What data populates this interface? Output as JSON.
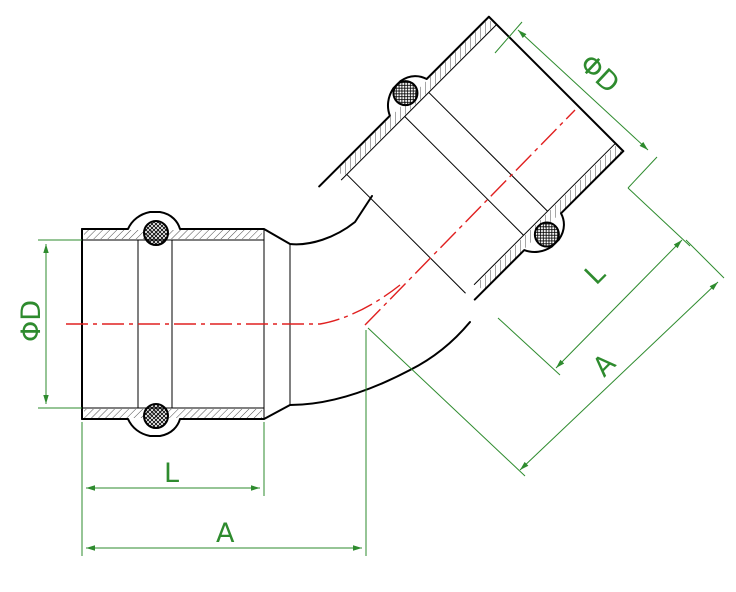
{
  "labels": {
    "diameter_left": "ΦD",
    "diameter_right": "ΦD",
    "length_bottom": "L",
    "length_right": "L",
    "overall_bottom": "A",
    "overall_right": "A"
  },
  "colors": {
    "outline": "#000000",
    "dimension": "#2e8b2e",
    "centerline": "#e02020"
  }
}
